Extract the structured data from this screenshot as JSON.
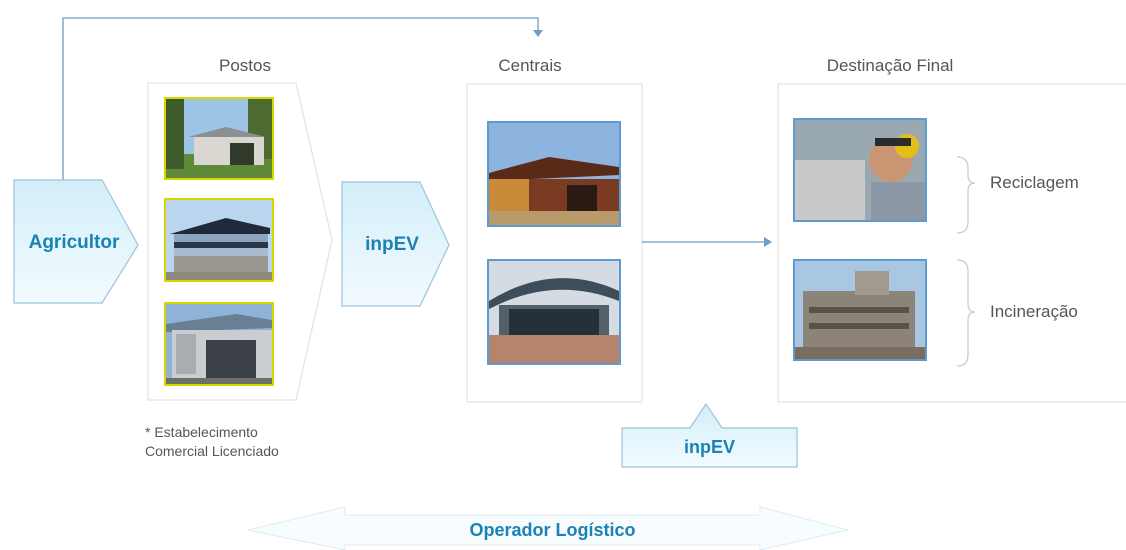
{
  "sections": {
    "postos": "Postos",
    "centrais": "Centrais",
    "destinacao": "Destinação Final"
  },
  "actors": {
    "agricultor": "Agricultor",
    "inpev_1": "inpEV",
    "inpev_2": "inpEV"
  },
  "destinations": {
    "reciclagem": "Reciclagem",
    "incineracao": "Incineração"
  },
  "note": {
    "line1": "* Estabelecimento",
    "line2": "Comercial Licenciado"
  },
  "operator": "Operador Logístico",
  "colors": {
    "accent_text": "#1a82b4",
    "box_fill": "#e4f5fb",
    "box_stroke": "#8fb8d6",
    "line": "#6c9cc8",
    "photo_border_postos": "#d9d600",
    "photo_border_other": "#5b9bd0"
  }
}
